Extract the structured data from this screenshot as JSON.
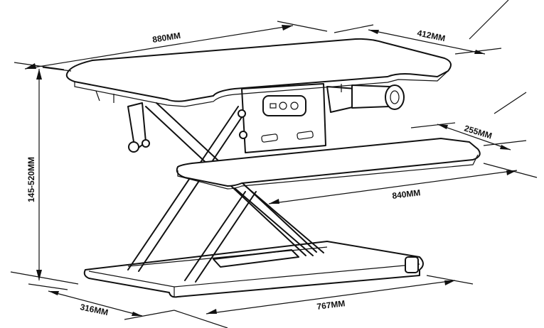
{
  "title": "Standing desk converter dimension drawing",
  "dimensions": {
    "top_width": "880MM",
    "top_depth": "412MM",
    "height_range": "145-520MM",
    "tray_depth": "255MM",
    "tray_width": "840MM",
    "base_depth": "316MM",
    "base_width": "767MM"
  }
}
